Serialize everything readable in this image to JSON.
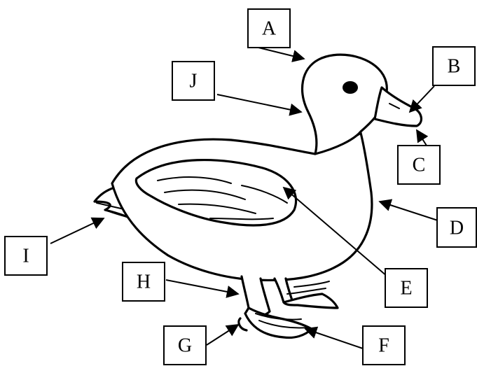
{
  "labels": {
    "A": "A",
    "B": "B",
    "C": "C",
    "D": "D",
    "E": "E",
    "F": "F",
    "G": "G",
    "H": "H",
    "I": "I",
    "J": "J"
  },
  "colors": {
    "line": "#000000",
    "background": "#ffffff"
  }
}
